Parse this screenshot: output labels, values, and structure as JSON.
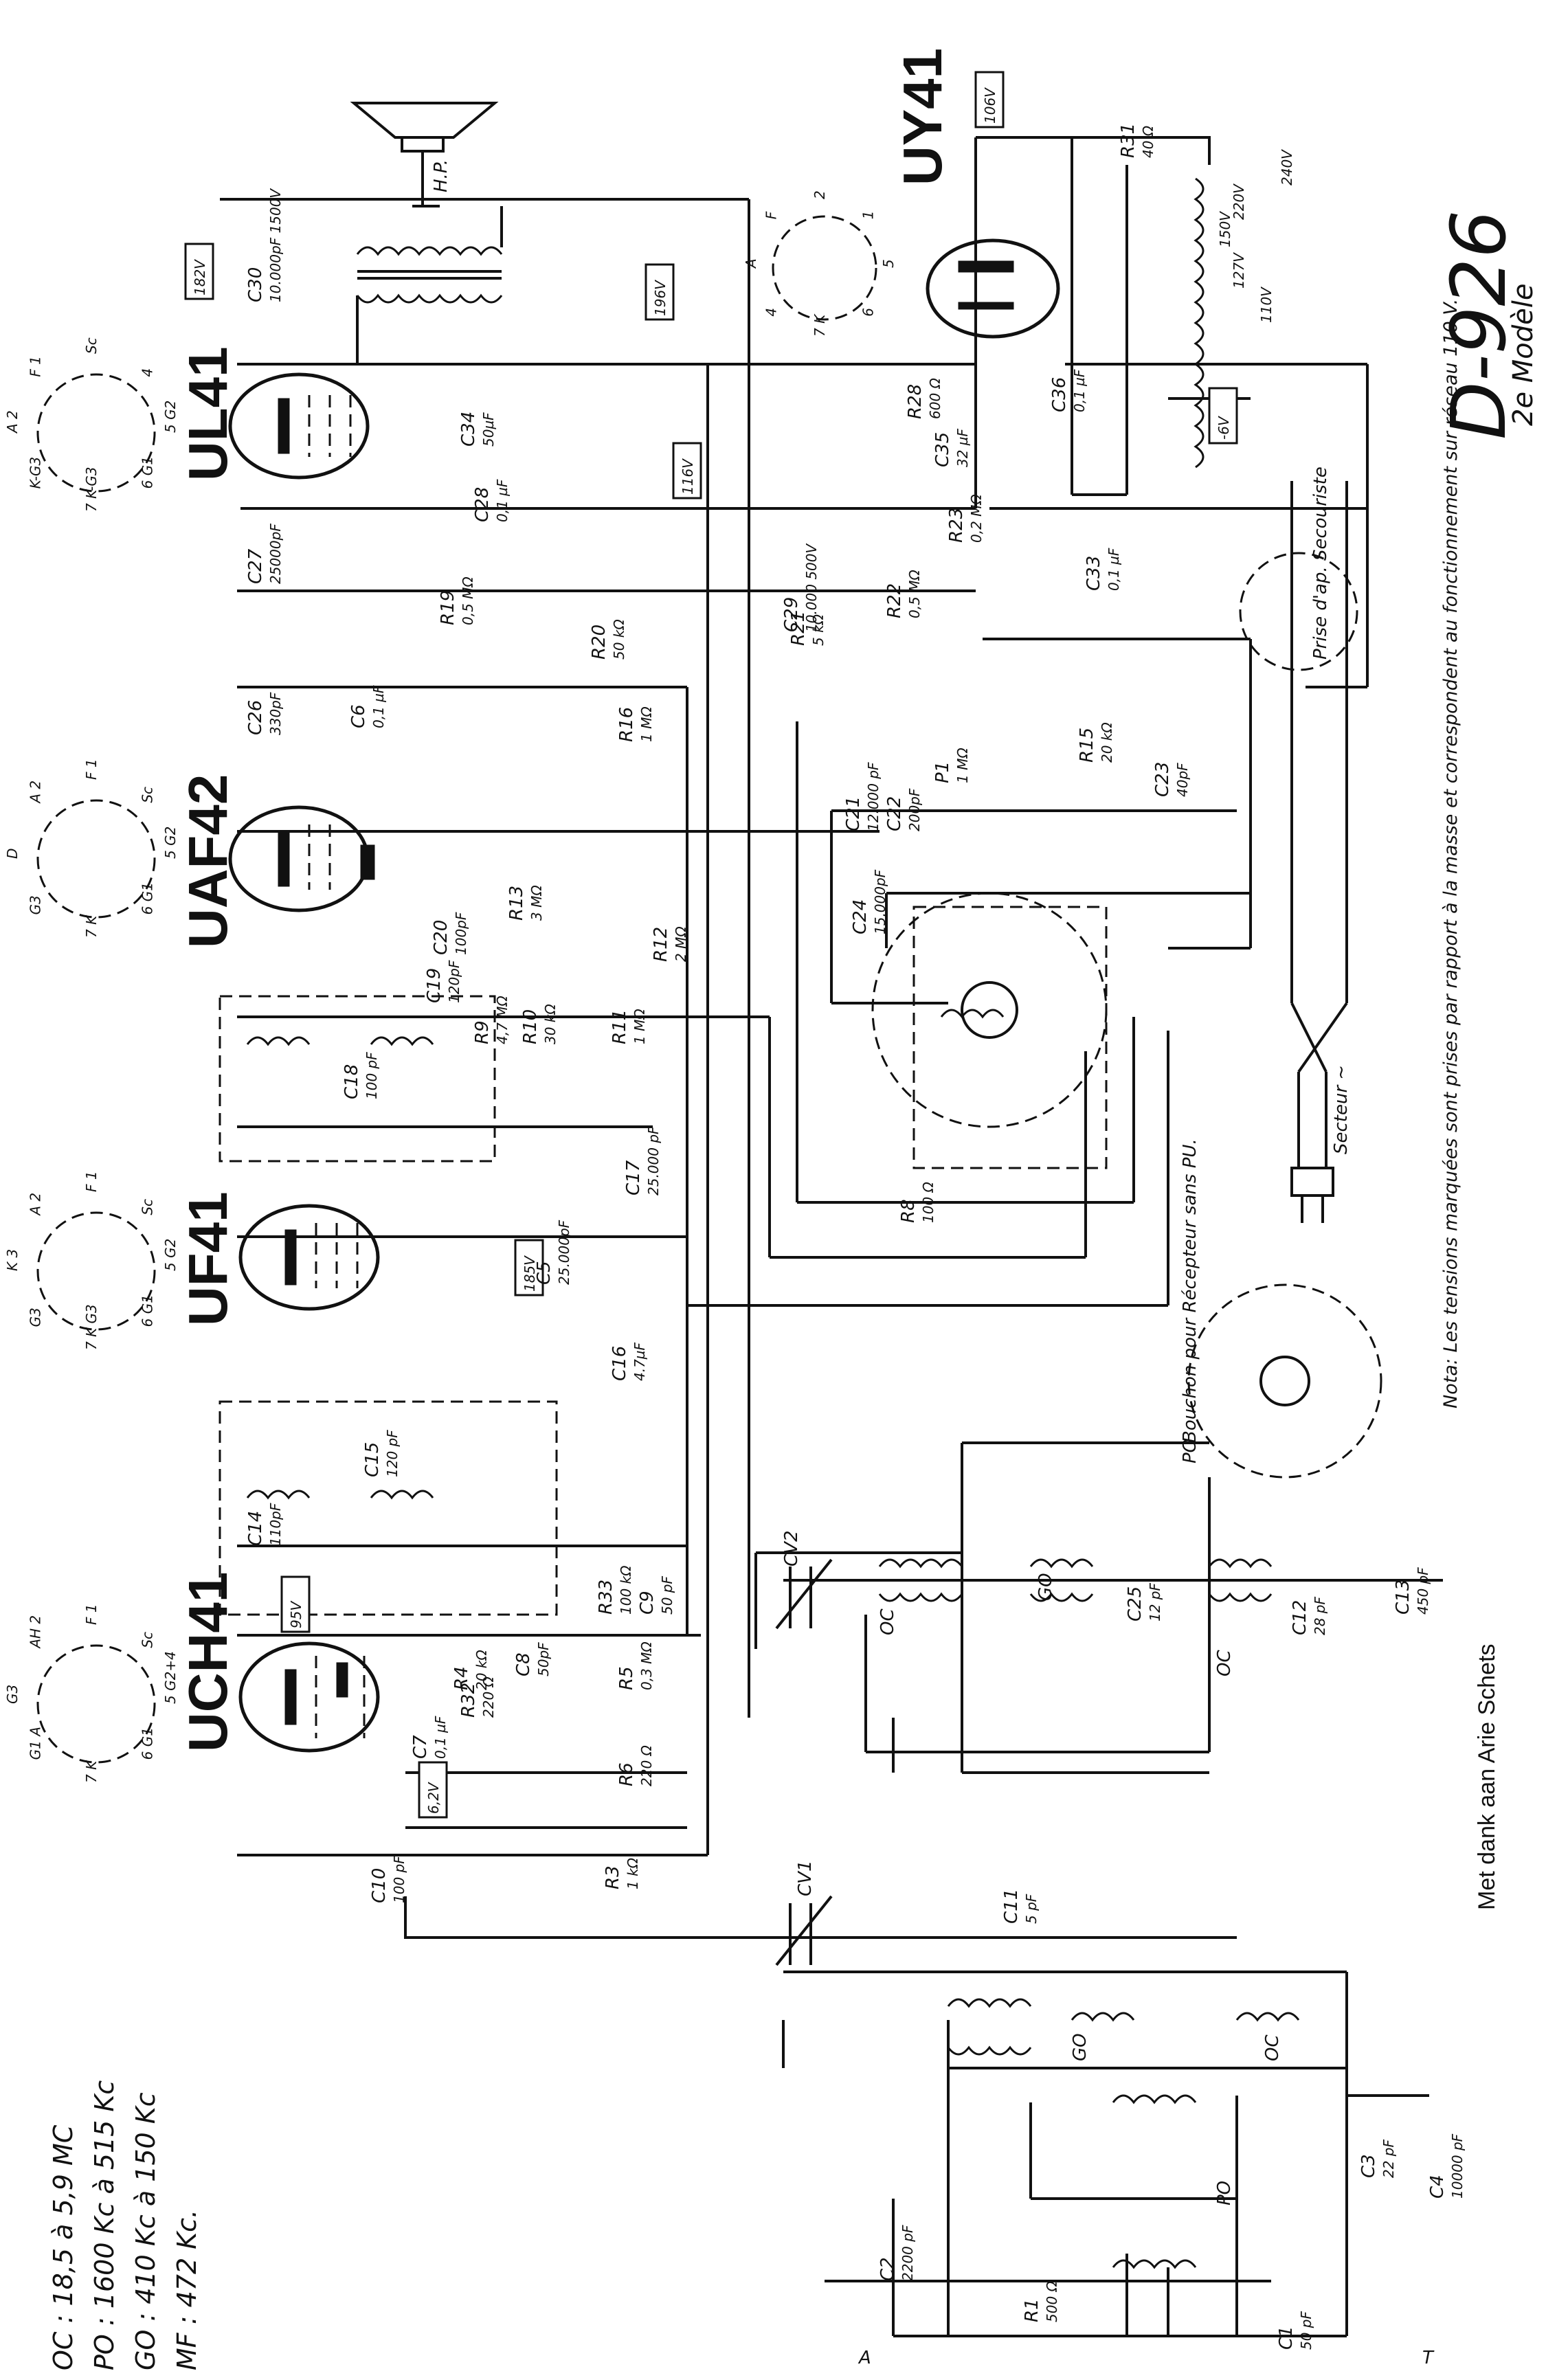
{
  "model": {
    "title": "D-926",
    "subtitle": "2e Modèle"
  },
  "tubes": [
    {
      "name": "UY41"
    },
    {
      "name": "UL41"
    },
    {
      "name": "UAF42"
    },
    {
      "name": "UF41"
    },
    {
      "name": "UCH41"
    }
  ],
  "pinouts": {
    "uy41": [
      "5",
      "6",
      "7 K",
      "4",
      "A",
      "F",
      "2",
      "1"
    ],
    "ul41": [
      "5 G2",
      "6 G1",
      "7 K-G3",
      "K-G3",
      "A 2",
      "F 1",
      "Sc",
      "4"
    ],
    "uaf42": [
      "5 G2",
      "6 G1",
      "7 K",
      "G3",
      "D",
      "A 2",
      "F 1",
      "Sc"
    ],
    "uf41": [
      "5 G2",
      "6 G1",
      "7 K G3",
      "G3",
      "K 3",
      "A 2",
      "F 1",
      "Sc"
    ],
    "uch41": [
      "5 G2+4",
      "6 G1",
      "7 K",
      "G1 A",
      "G3",
      "AH 2",
      "F 1",
      "Sc"
    ]
  },
  "voltages": [
    "182V",
    "196V",
    "106V",
    "116V",
    "185V",
    "95V",
    "-6V",
    "6,2V"
  ],
  "components": {
    "capacitors": [
      {
        "ref": "C30",
        "value": "10.000pF 1500V"
      },
      {
        "ref": "C34",
        "value": "50µF"
      },
      {
        "ref": "C28",
        "value": "0,1 µF"
      },
      {
        "ref": "C27",
        "value": "25000pF"
      },
      {
        "ref": "C35",
        "value": "32 µF"
      },
      {
        "ref": "C36",
        "value": "0,1 µF"
      },
      {
        "ref": "C33",
        "value": "0,1 µF"
      },
      {
        "ref": "C29",
        "value": "10.000 500V"
      },
      {
        "ref": "C26",
        "value": "330pF"
      },
      {
        "ref": "C6",
        "value": "0,1 µF"
      },
      {
        "ref": "C21",
        "value": "12.000 pF"
      },
      {
        "ref": "C22",
        "value": "200pF"
      },
      {
        "ref": "C23",
        "value": "40pF"
      },
      {
        "ref": "C24",
        "value": "15.000pF"
      },
      {
        "ref": "C19",
        "value": "120pF"
      },
      {
        "ref": "C20",
        "value": "100pF"
      },
      {
        "ref": "C18",
        "value": "100 pF"
      },
      {
        "ref": "C17",
        "value": "25.000 pF"
      },
      {
        "ref": "C5",
        "value": "25.000pF"
      },
      {
        "ref": "C16",
        "value": "4.7µF"
      },
      {
        "ref": "C15",
        "value": "120 pF"
      },
      {
        "ref": "C14",
        "value": "110pF"
      },
      {
        "ref": "C9",
        "value": "50 pF"
      },
      {
        "ref": "C8",
        "value": "50pF"
      },
      {
        "ref": "C7",
        "value": "0,1 µF"
      },
      {
        "ref": "C10",
        "value": "100 pF"
      },
      {
        "ref": "C11",
        "value": "5 pF"
      },
      {
        "ref": "C12",
        "value": "28 pF"
      },
      {
        "ref": "C13",
        "value": "450 pF"
      },
      {
        "ref": "C25",
        "value": "12 pF"
      },
      {
        "ref": "C2",
        "value": "2200 pF"
      },
      {
        "ref": "C3",
        "value": "22 pF"
      },
      {
        "ref": "C4",
        "value": "10000 pF"
      },
      {
        "ref": "C1",
        "value": "50 pF"
      },
      {
        "ref": "CV1",
        "value": ""
      },
      {
        "ref": "CV2",
        "value": ""
      }
    ],
    "resistors": [
      {
        "ref": "R31",
        "value": "40 Ω"
      },
      {
        "ref": "R28",
        "value": "600 Ω"
      },
      {
        "ref": "R23",
        "value": "0,2 MΩ"
      },
      {
        "ref": "R22",
        "value": "0,5 MΩ"
      },
      {
        "ref": "R21",
        "value": "5 kΩ"
      },
      {
        "ref": "R19",
        "value": "0,5 MΩ"
      },
      {
        "ref": "R20",
        "value": "50 kΩ"
      },
      {
        "ref": "R16",
        "value": "1 MΩ"
      },
      {
        "ref": "R15",
        "value": "20 kΩ"
      },
      {
        "ref": "R13",
        "value": "3 MΩ"
      },
      {
        "ref": "R12",
        "value": "2 MΩ"
      },
      {
        "ref": "R9",
        "value": "4,7 MΩ"
      },
      {
        "ref": "R10",
        "value": "30 kΩ"
      },
      {
        "ref": "R11",
        "value": "1 MΩ"
      },
      {
        "ref": "R8",
        "value": "100 Ω"
      },
      {
        "ref": "R33",
        "value": "100 kΩ"
      },
      {
        "ref": "R4",
        "value": "20 kΩ"
      },
      {
        "ref": "R5",
        "value": "0,3 MΩ"
      },
      {
        "ref": "R32",
        "value": "220 Ω"
      },
      {
        "ref": "R6",
        "value": "220 Ω"
      },
      {
        "ref": "R3",
        "value": "1 kΩ"
      },
      {
        "ref": "R1",
        "value": "500 Ω"
      },
      {
        "ref": "P1",
        "value": "1 MΩ"
      }
    ]
  },
  "coil_labels": [
    "OC",
    "PO",
    "GO",
    "OC",
    "PO",
    "GO",
    "OC"
  ],
  "misc_labels": {
    "prise_ap": "Prise d'ap. Secouriste",
    "secteur": "Secteur ~",
    "hp": "H.P.",
    "bouchon": "Bouchon pour Récepteur sans PU.",
    "antenna": "A",
    "ground": "T",
    "voltages_mains": [
      "240V",
      "220V",
      "150V",
      "127V",
      "110V"
    ]
  },
  "bands": [
    "OC : 18,5 à 5,9 MC",
    "PO : 1600 Kc à 515 Kc",
    "GO : 410 Kc à 150 Kc",
    "MF : 472 Kc."
  ],
  "note": "Nota: Les tensions marquées sont prises par rapport à la masse et correspondent au fonctionnement sur réseau 110 V.",
  "credit": "Met dank aan Arie Schets"
}
